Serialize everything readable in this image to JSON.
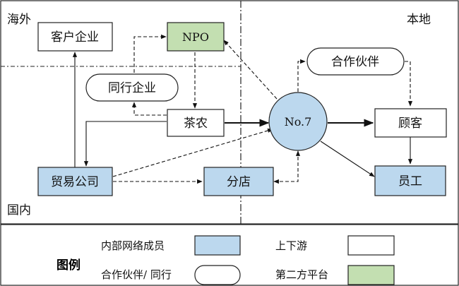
{
  "regions": {
    "overseas": "海外",
    "local": "本地",
    "domestic": "国内"
  },
  "nodes": {
    "customer_enterprise": "客户企业",
    "npo": "NPO",
    "peer_enterprise": "同行企业",
    "tea_farmer": "茶农",
    "center": "No.7",
    "partner": "合作伙伴",
    "client": "顾客",
    "trading_company": "贸易公司",
    "branch": "分店",
    "employee": "员工"
  },
  "legend": {
    "title": "图例",
    "internal_label": "内部网络成员",
    "updown_label": "上下游",
    "partner_peer_label": "合作伙伴/ 同行",
    "third_party_label": "第二方平台"
  },
  "colors": {
    "internal_fill": "#bcd8ee",
    "third_party_fill": "#c3dfb1",
    "updown_fill": "#ffffff",
    "stroke": "#222222"
  }
}
